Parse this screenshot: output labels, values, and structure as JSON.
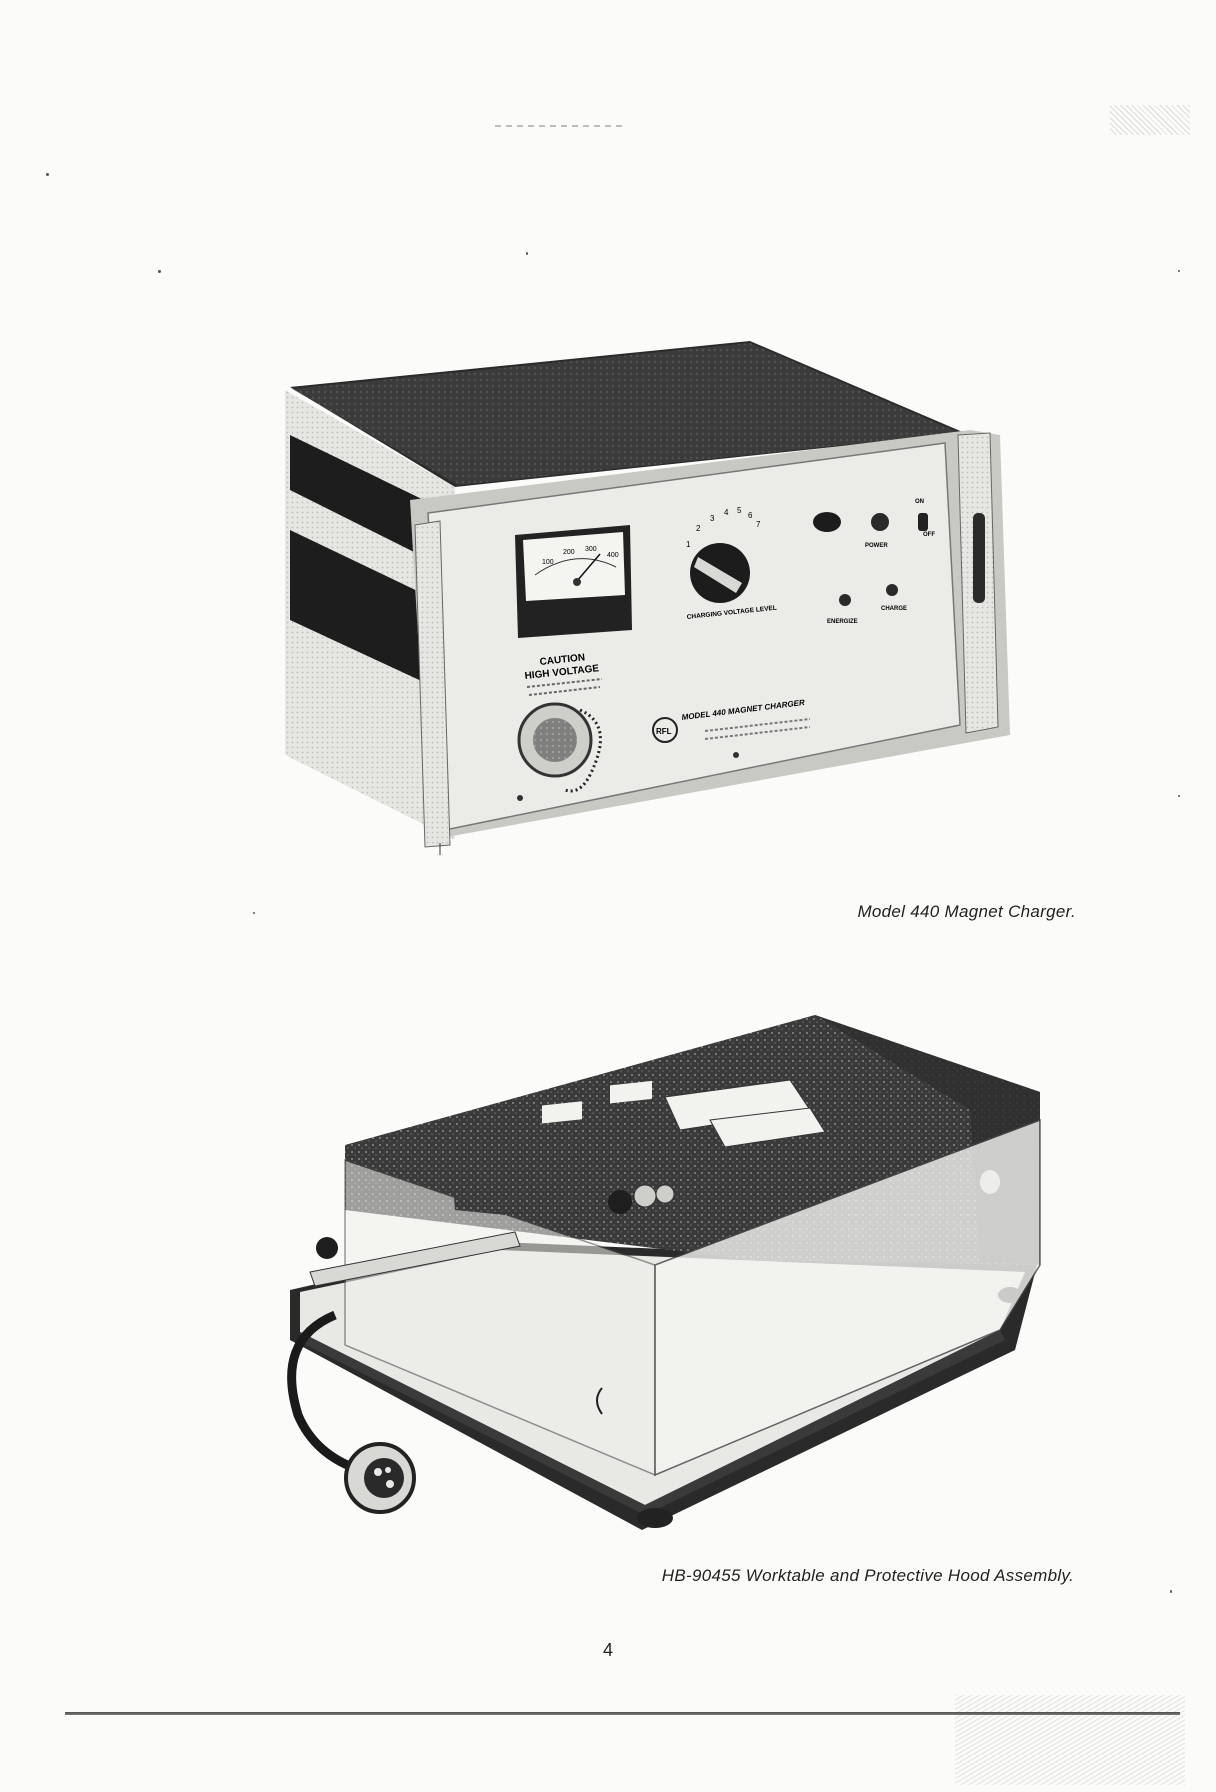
{
  "figures": [
    {
      "caption": "Model 440 Magnet Charger.",
      "panel": {
        "meter_scale": [
          "100",
          "200",
          "300",
          "400"
        ],
        "caution_title": "CAUTION",
        "caution_subtitle": "HIGH VOLTAGE",
        "dial_numbers": [
          "1",
          "2",
          "3",
          "4",
          "5",
          "6",
          "7"
        ],
        "dial_label": "CHARGING VOLTAGE LEVEL",
        "power_label": "POWER",
        "switch_on": "ON",
        "switch_off": "OFF",
        "energize_label": "ENERGIZE",
        "charge_label": "CHARGE",
        "model_name": "MODEL 440 MAGNET CHARGER",
        "logo": "RFL"
      }
    },
    {
      "caption": "HB-90455 Worktable and Protective Hood Assembly."
    }
  ],
  "page_number": "4"
}
